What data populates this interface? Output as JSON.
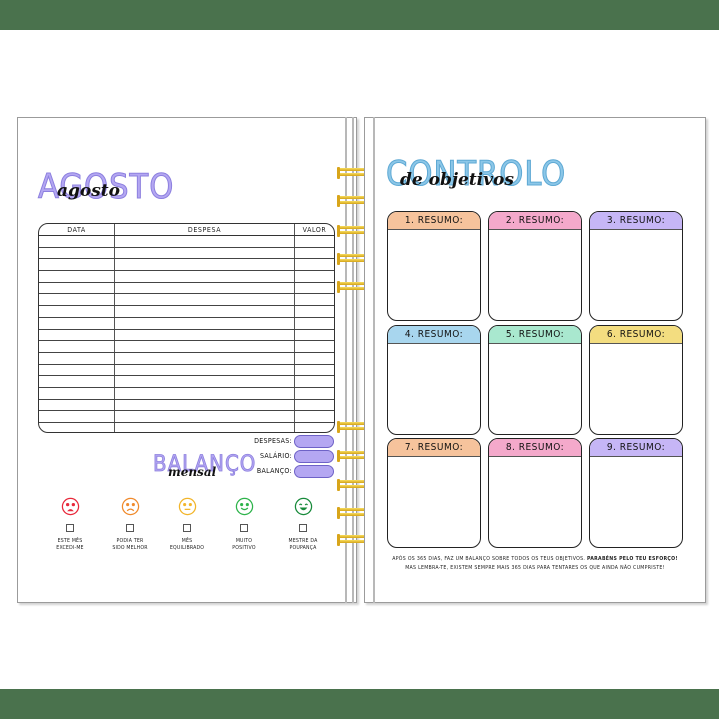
{
  "colors": {
    "background_band": "#4a724d",
    "accent_purple": "#b4a7f2",
    "title_blue": "#8cc7e8",
    "spiral_gold": "#e6b52c"
  },
  "left_page": {
    "title_big": "AGOSTO",
    "title_script": "agosto",
    "table": {
      "headers": [
        "DATA",
        "DESPESA",
        "VALOR"
      ],
      "row_count": 17
    },
    "balance": {
      "title_big": "BALANÇO",
      "title_script": "mensal",
      "fields": [
        {
          "label": "DESPESAS:",
          "value": ""
        },
        {
          "label": "SALÁRIO:",
          "value": ""
        },
        {
          "label": "BALANÇO:",
          "value": ""
        }
      ]
    },
    "moods": [
      {
        "icon": "very-sad-face-icon",
        "color": "#e8283a",
        "label_line1": "ESTE MÊS",
        "label_line2": "EXCEDI-ME"
      },
      {
        "icon": "sad-face-icon",
        "color": "#f08a2c",
        "label_line1": "PODIA TER",
        "label_line2": "SIDO MELHOR"
      },
      {
        "icon": "neutral-face-icon",
        "color": "#f2b52a",
        "label_line1": "MÊS",
        "label_line2": "EQUILIBRADO"
      },
      {
        "icon": "smile-face-icon",
        "color": "#2db34a",
        "label_line1": "MUITO",
        "label_line2": "POSITIVO"
      },
      {
        "icon": "big-smile-face-icon",
        "color": "#178a3a",
        "label_line1": "MESTRE DA",
        "label_line2": "POUPANÇA"
      }
    ]
  },
  "right_page": {
    "title_big": "CONTROLO",
    "title_script": "de objetivos",
    "cards": [
      {
        "label": "1. RESUMO:",
        "color": "#f6c39c"
      },
      {
        "label": "2. RESUMO:",
        "color": "#f4a9cb"
      },
      {
        "label": "3. RESUMO:",
        "color": "#c6b6f6"
      },
      {
        "label": "4. RESUMO:",
        "color": "#a8d6ee"
      },
      {
        "label": "5. RESUMO:",
        "color": "#a9e8cf"
      },
      {
        "label": "6. RESUMO:",
        "color": "#f3dd80"
      },
      {
        "label": "7. RESUMO:",
        "color": "#f6c39c"
      },
      {
        "label": "8. RESUMO:",
        "color": "#f4a9cb"
      },
      {
        "label": "9. RESUMO:",
        "color": "#c6b6f6"
      }
    ],
    "footer": {
      "line1_normal": "APÓS OS 365 DIAS, FAZ UM BALANÇO SOBRE TODOS OS TEUS OBJETIVOS. ",
      "line1_bold": "PARABÉNS PELO TEU ESFORÇO!",
      "line2": "MAS LEMBRA-TE, EXISTEM SEMPRE MAIS 365 DIAS PARA TENTARES OS QUE AINDA NÃO CUMPRISTE!"
    }
  }
}
